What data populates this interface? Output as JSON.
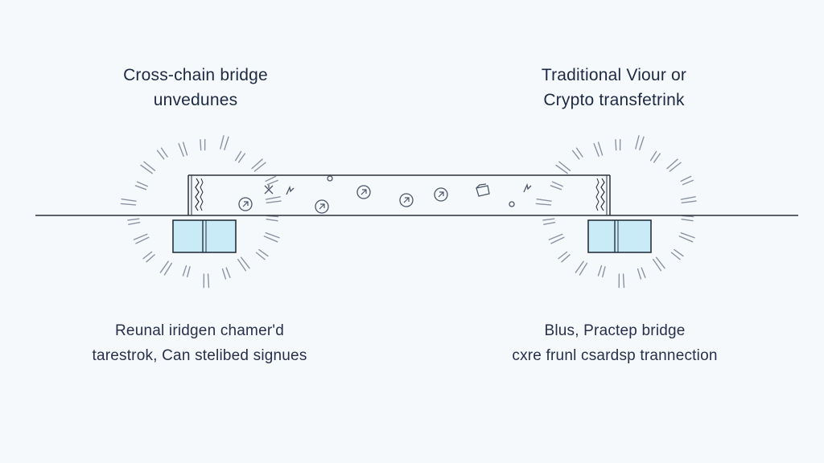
{
  "captions": {
    "top_left": [
      "Cross-chain bridge",
      "unvedunes"
    ],
    "top_right": [
      "Traditional Viour or",
      "Crypto transfetrink"
    ],
    "bottom_left": [
      "Reunal iridgen chamer'd",
      "tarestrok, Can stelibed signues"
    ],
    "bottom_right": [
      "Blus, Practep bridge",
      "cxre frunl csardsp trannection"
    ]
  },
  "colors": {
    "background": "#f6f9fc",
    "line": "#2a2f3a",
    "node_fill": "#c9eaf7",
    "node_stroke": "#27313f",
    "ray": "#8a93a2",
    "token": "#4a5568"
  },
  "icons": [
    "coin-icon",
    "sparkle-icon",
    "bolt-icon",
    "coin-icon",
    "coin-icon",
    "coin-icon",
    "coin-icon",
    "coin-icon",
    "coin-icon",
    "coin-icon",
    "wallet-icon",
    "dot-icon",
    "bolt-icon"
  ]
}
